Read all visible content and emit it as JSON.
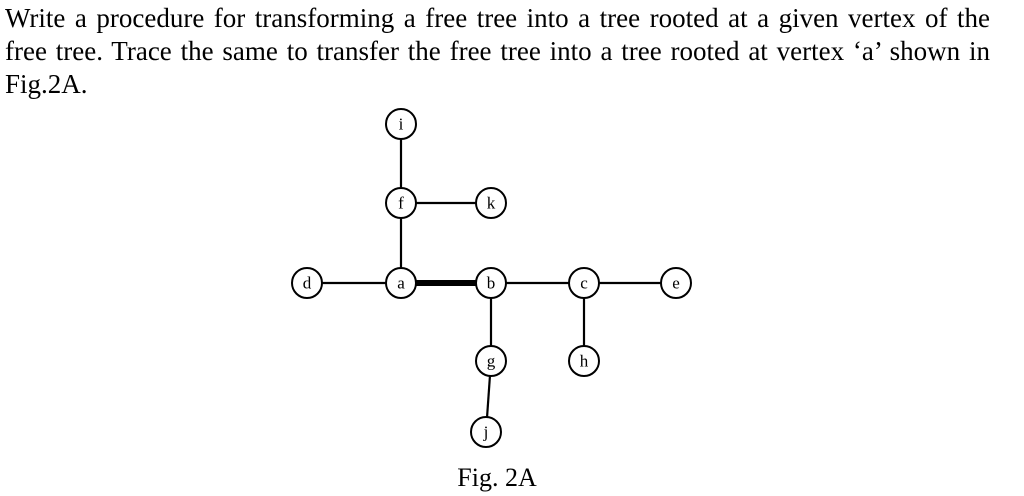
{
  "question": {
    "text": "Write a procedure for transforming a free tree into a tree rooted at a given vertex of the free tree. Trace the same to transfer the free tree into a tree rooted at vertex ‘a’ shown in Fig.2A."
  },
  "figure": {
    "caption": "Fig. 2A",
    "nodes": [
      {
        "id": "i",
        "label": "i"
      },
      {
        "id": "f",
        "label": "f"
      },
      {
        "id": "k",
        "label": "k"
      },
      {
        "id": "d",
        "label": "d"
      },
      {
        "id": "a",
        "label": "a"
      },
      {
        "id": "b",
        "label": "b"
      },
      {
        "id": "c",
        "label": "c"
      },
      {
        "id": "e",
        "label": "e"
      },
      {
        "id": "g",
        "label": "g"
      },
      {
        "id": "h",
        "label": "h"
      },
      {
        "id": "j",
        "label": "j"
      }
    ],
    "edges": [
      {
        "from": "i",
        "to": "f"
      },
      {
        "from": "f",
        "to": "k"
      },
      {
        "from": "f",
        "to": "a"
      },
      {
        "from": "d",
        "to": "a"
      },
      {
        "from": "a",
        "to": "b",
        "emphasis": "thick"
      },
      {
        "from": "b",
        "to": "c"
      },
      {
        "from": "c",
        "to": "e"
      },
      {
        "from": "b",
        "to": "g"
      },
      {
        "from": "g",
        "to": "j"
      },
      {
        "from": "c",
        "to": "h"
      }
    ]
  }
}
